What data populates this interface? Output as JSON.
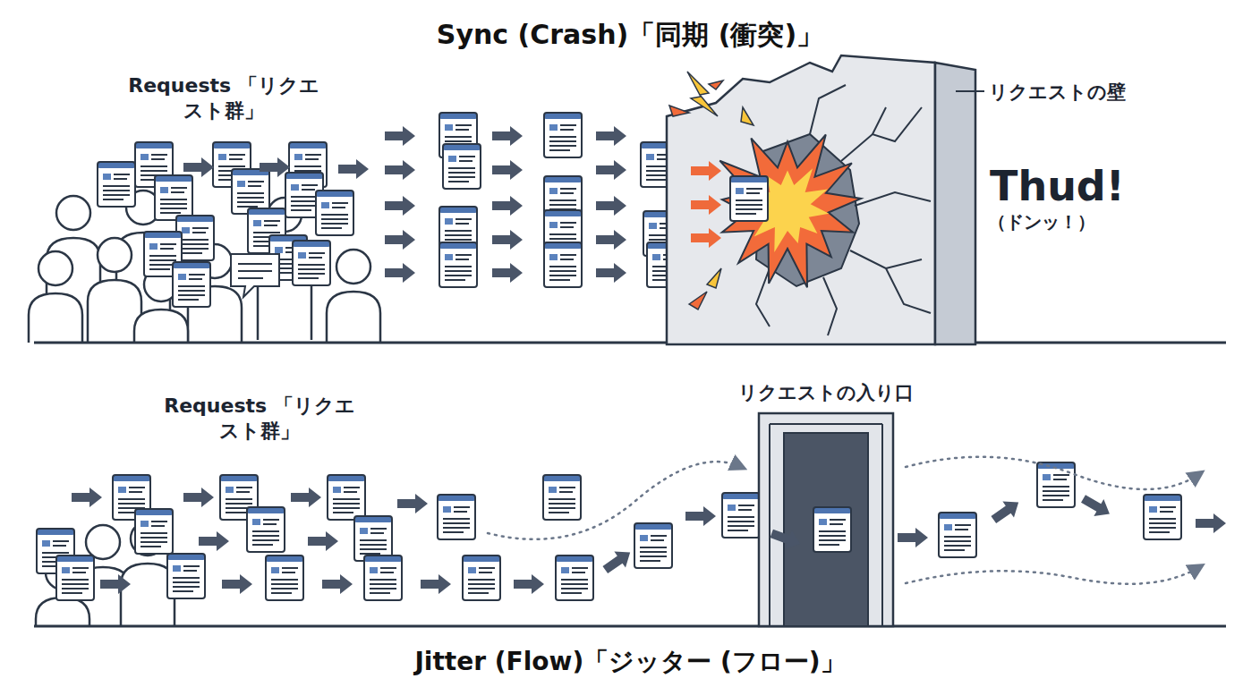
{
  "diagram": {
    "title": "Sync (Crash)「同期 (衝突)」",
    "caption": "Jitter (Flow)「ジッター (フロー)」",
    "nodes": [
      {
        "text": [
          "リクエストの壁"
        ]
      },
      {
        "text": [
          "リクエストの入り口"
        ]
      }
    ],
    "labels": [
      "Requests 「リクエスト群」",
      "Thud!",
      "（ドンッ！）",
      "Requests 「リクエスト群」"
    ]
  }
}
